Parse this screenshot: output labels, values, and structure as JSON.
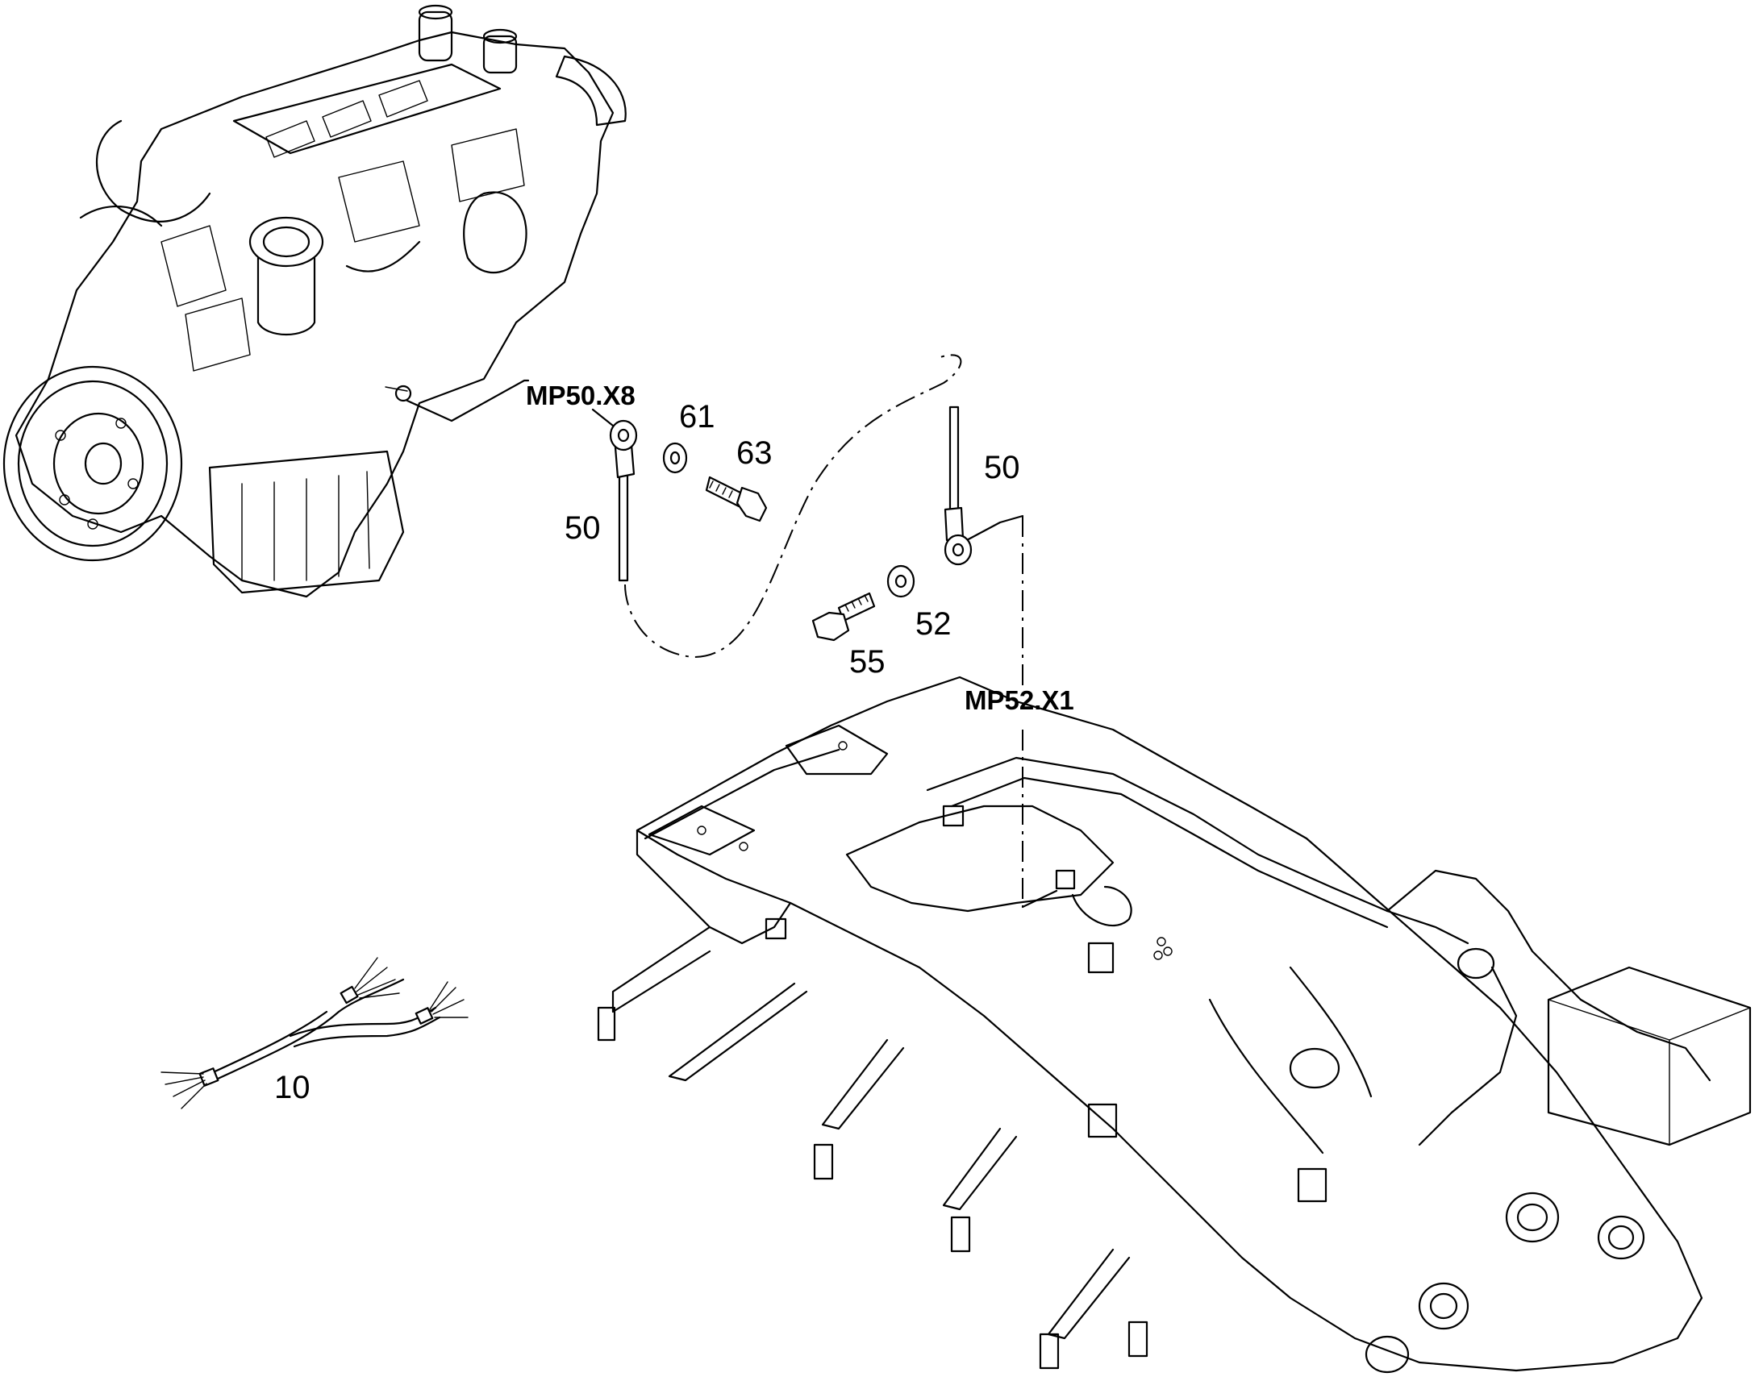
{
  "connectors": {
    "engine_ground": "MP50.X8",
    "frame_ground": "MP52.X1"
  },
  "callouts": {
    "washer_upper": "61",
    "bolt_upper": "63",
    "cable_left": "50",
    "cable_right": "50",
    "washer_lower": "52",
    "bolt_lower": "55",
    "harness": "10"
  },
  "colors": {
    "line": "#000000",
    "background": "#ffffff"
  }
}
